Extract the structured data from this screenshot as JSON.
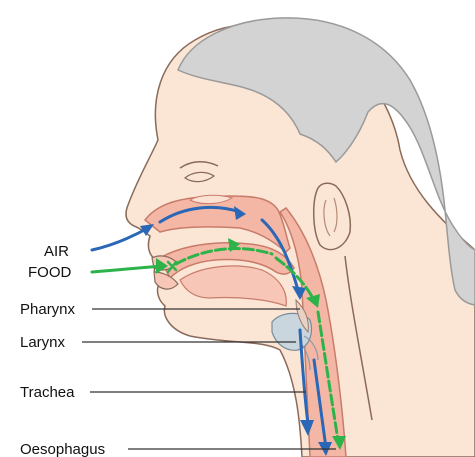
{
  "labels": {
    "air": "AIR",
    "food": "FOOD",
    "pharynx": "Pharynx",
    "larynx": "Larynx",
    "trachea": "Trachea",
    "oesophagus": "Oesophagus"
  },
  "colors": {
    "skin": "#fbe6d6",
    "skin_outline": "#8a6a5a",
    "hair": "#d3d3d3",
    "hair_outline": "#9a9a9a",
    "airway": "#f4b7a5",
    "airway_outline": "#c97b6a",
    "cartilage": "#c9d6de",
    "air_arrow": "#2a67b6",
    "food_arrow": "#2db34a",
    "leader_line": "#333333"
  },
  "icons": {
    "air_path": "blue-air-arrow-icon",
    "food_path": "green-food-arrow-icon"
  }
}
